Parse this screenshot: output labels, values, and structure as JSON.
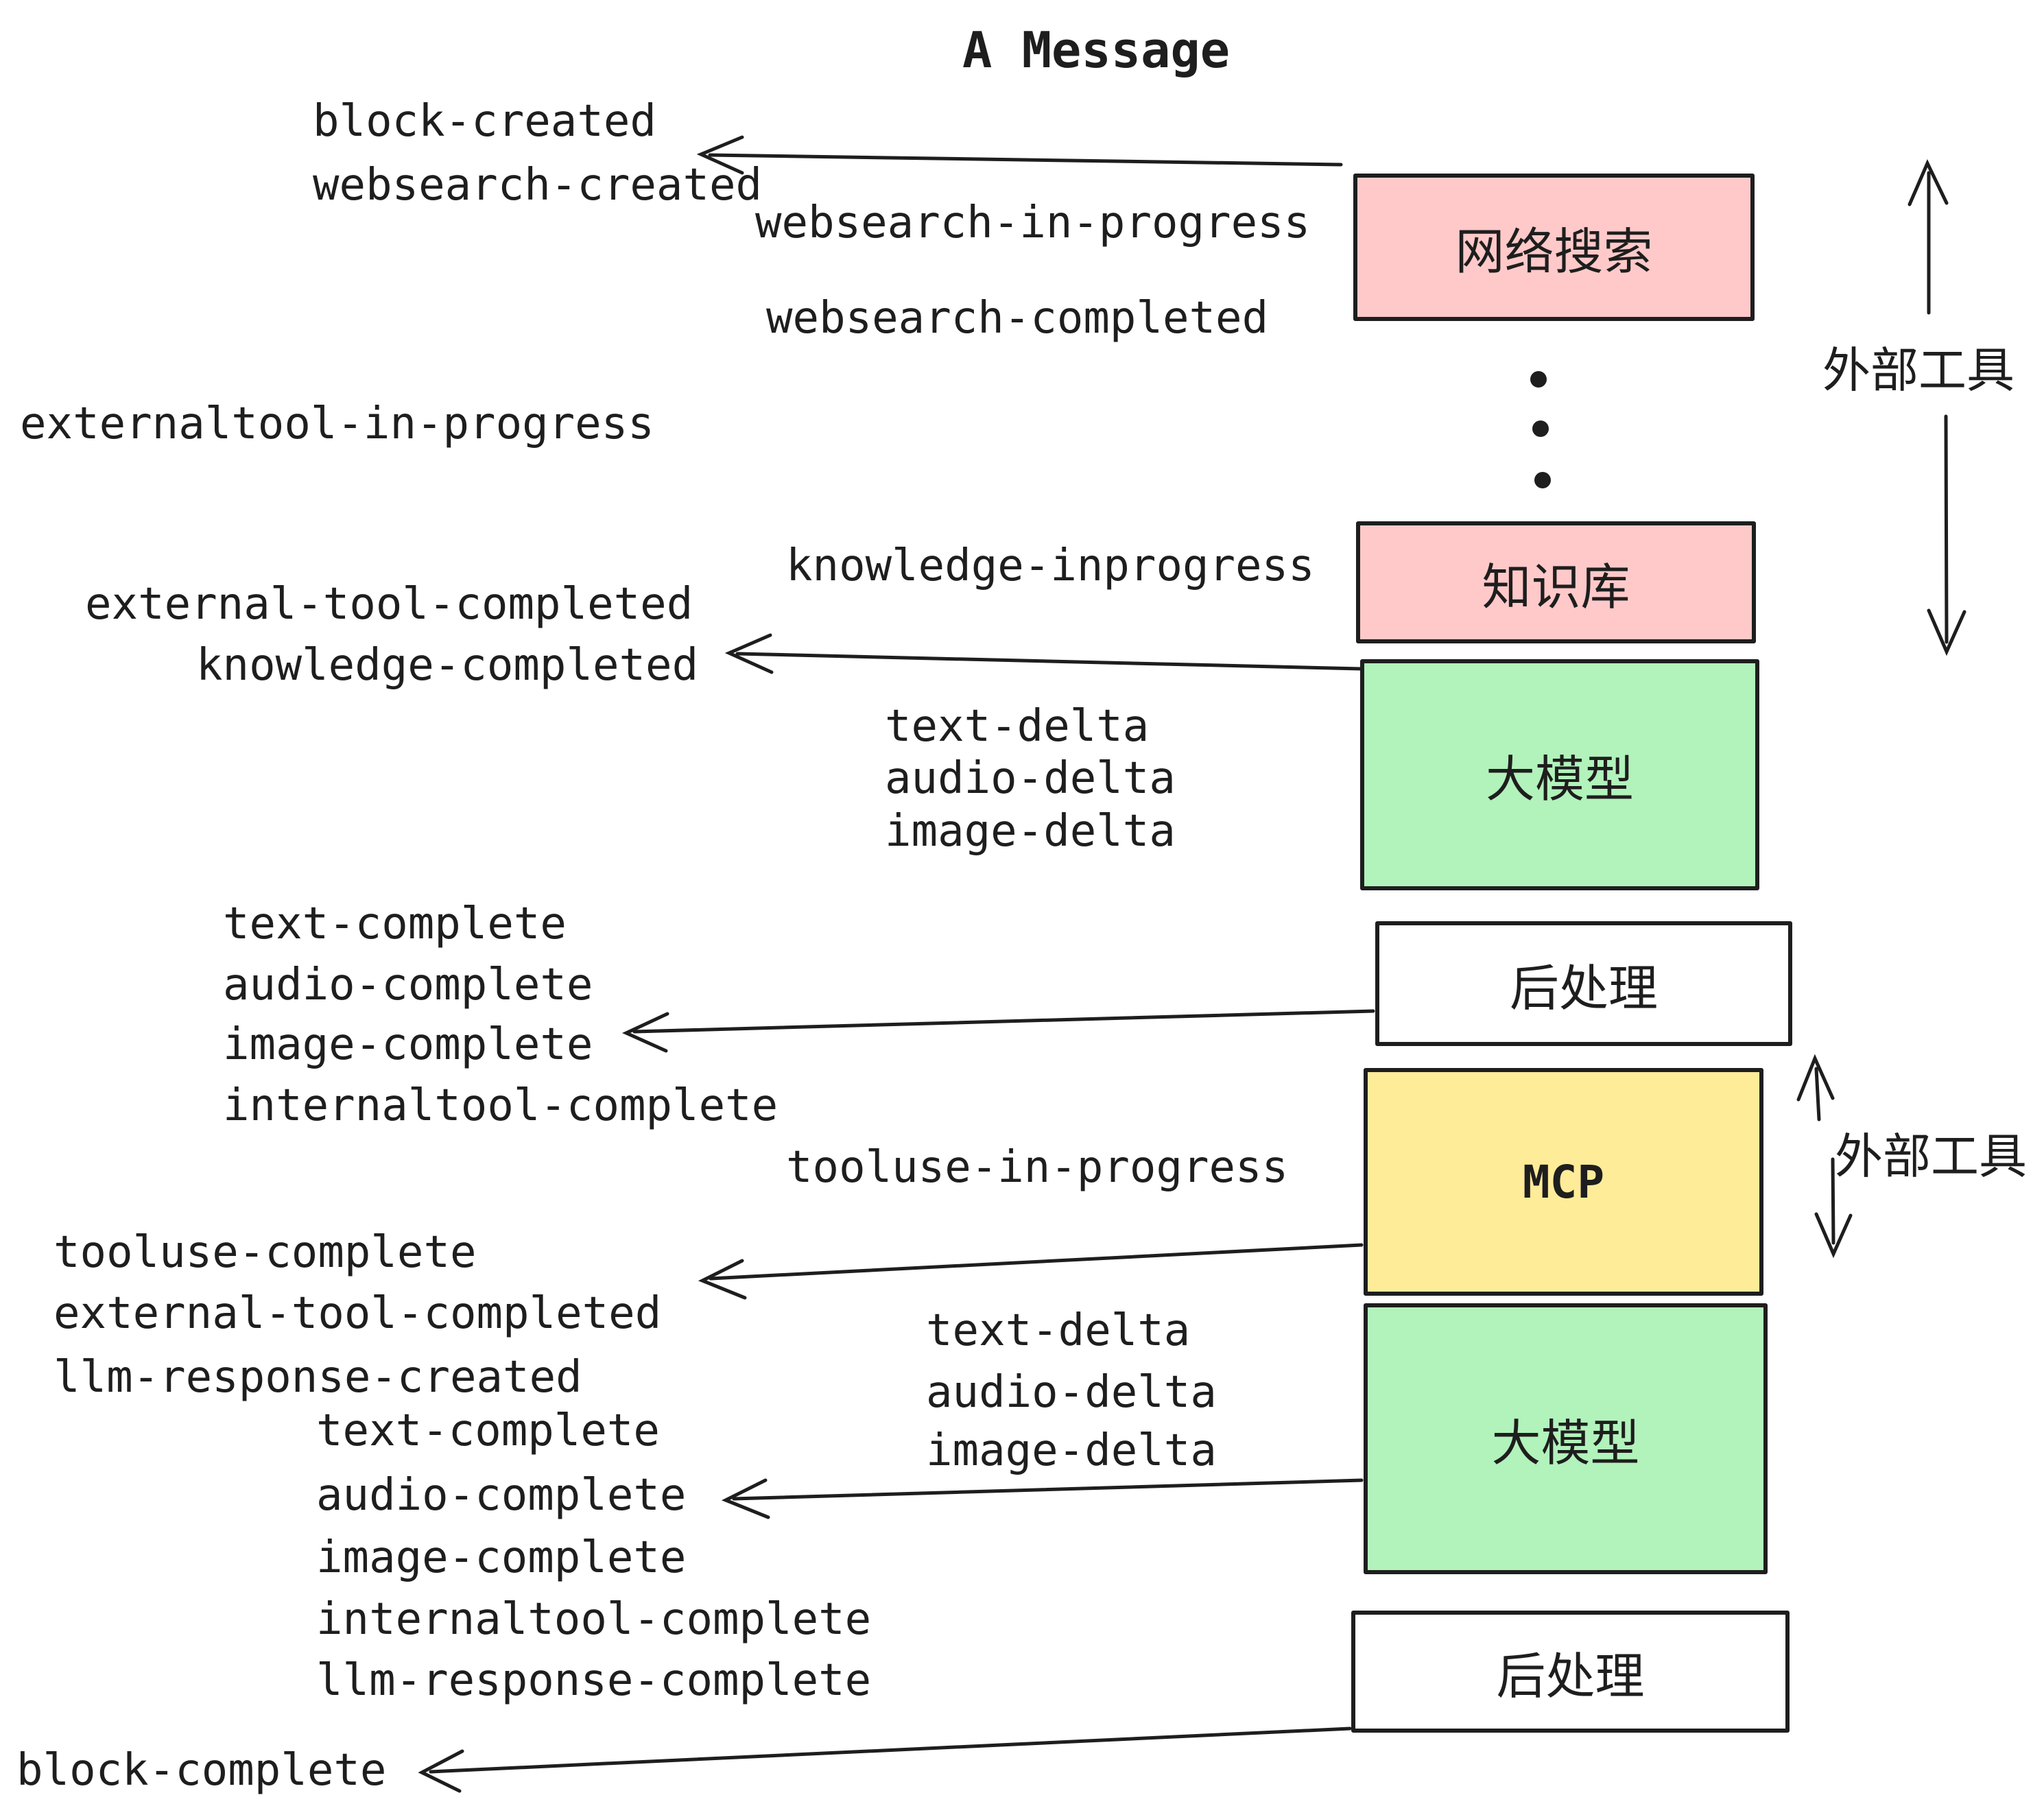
{
  "title": "A Message",
  "colors": {
    "pink": "#ffc9c9",
    "green": "#b2f2bb",
    "yellow": "#ffec99",
    "white": "#ffffff",
    "stroke": "#1e1e1e"
  },
  "boxes": [
    {
      "label": "网络搜索",
      "color": "pink"
    },
    {
      "label": "知识库",
      "color": "pink"
    },
    {
      "label": "大模型",
      "color": "green"
    },
    {
      "label": "后处理",
      "color": "white"
    },
    {
      "label": "MCP",
      "color": "yellow"
    },
    {
      "label": "大模型",
      "color": "green"
    },
    {
      "label": "后处理",
      "color": "white"
    }
  ],
  "side_labels": {
    "external_tools_top": "外部工具",
    "external_tools_mcp": "外部工具"
  },
  "events": [
    {
      "label": "block-created"
    },
    {
      "label": "websearch-created"
    },
    {
      "label": "websearch-in-progress"
    },
    {
      "label": "websearch-completed"
    },
    {
      "label": "externaltool-in-progress"
    },
    {
      "label": "knowledge-inprogress"
    },
    {
      "label": "external-tool-completed"
    },
    {
      "label": "knowledge-completed"
    },
    {
      "label": "text-delta"
    },
    {
      "label": "audio-delta"
    },
    {
      "label": "image-delta"
    },
    {
      "label": "text-complete"
    },
    {
      "label": "audio-complete"
    },
    {
      "label": "image-complete"
    },
    {
      "label": "internaltool-complete"
    },
    {
      "label": "tooluse-in-progress"
    },
    {
      "label": "tooluse-complete"
    },
    {
      "label": "external-tool-completed"
    },
    {
      "label": "llm-response-created"
    },
    {
      "label": "text-complete"
    },
    {
      "label": "audio-complete"
    },
    {
      "label": "image-complete"
    },
    {
      "label": "internaltool-complete"
    },
    {
      "label": "llm-response-complete"
    },
    {
      "label": "block-complete"
    },
    {
      "label": "text-delta"
    },
    {
      "label": "audio-delta"
    },
    {
      "label": "image-delta"
    }
  ]
}
